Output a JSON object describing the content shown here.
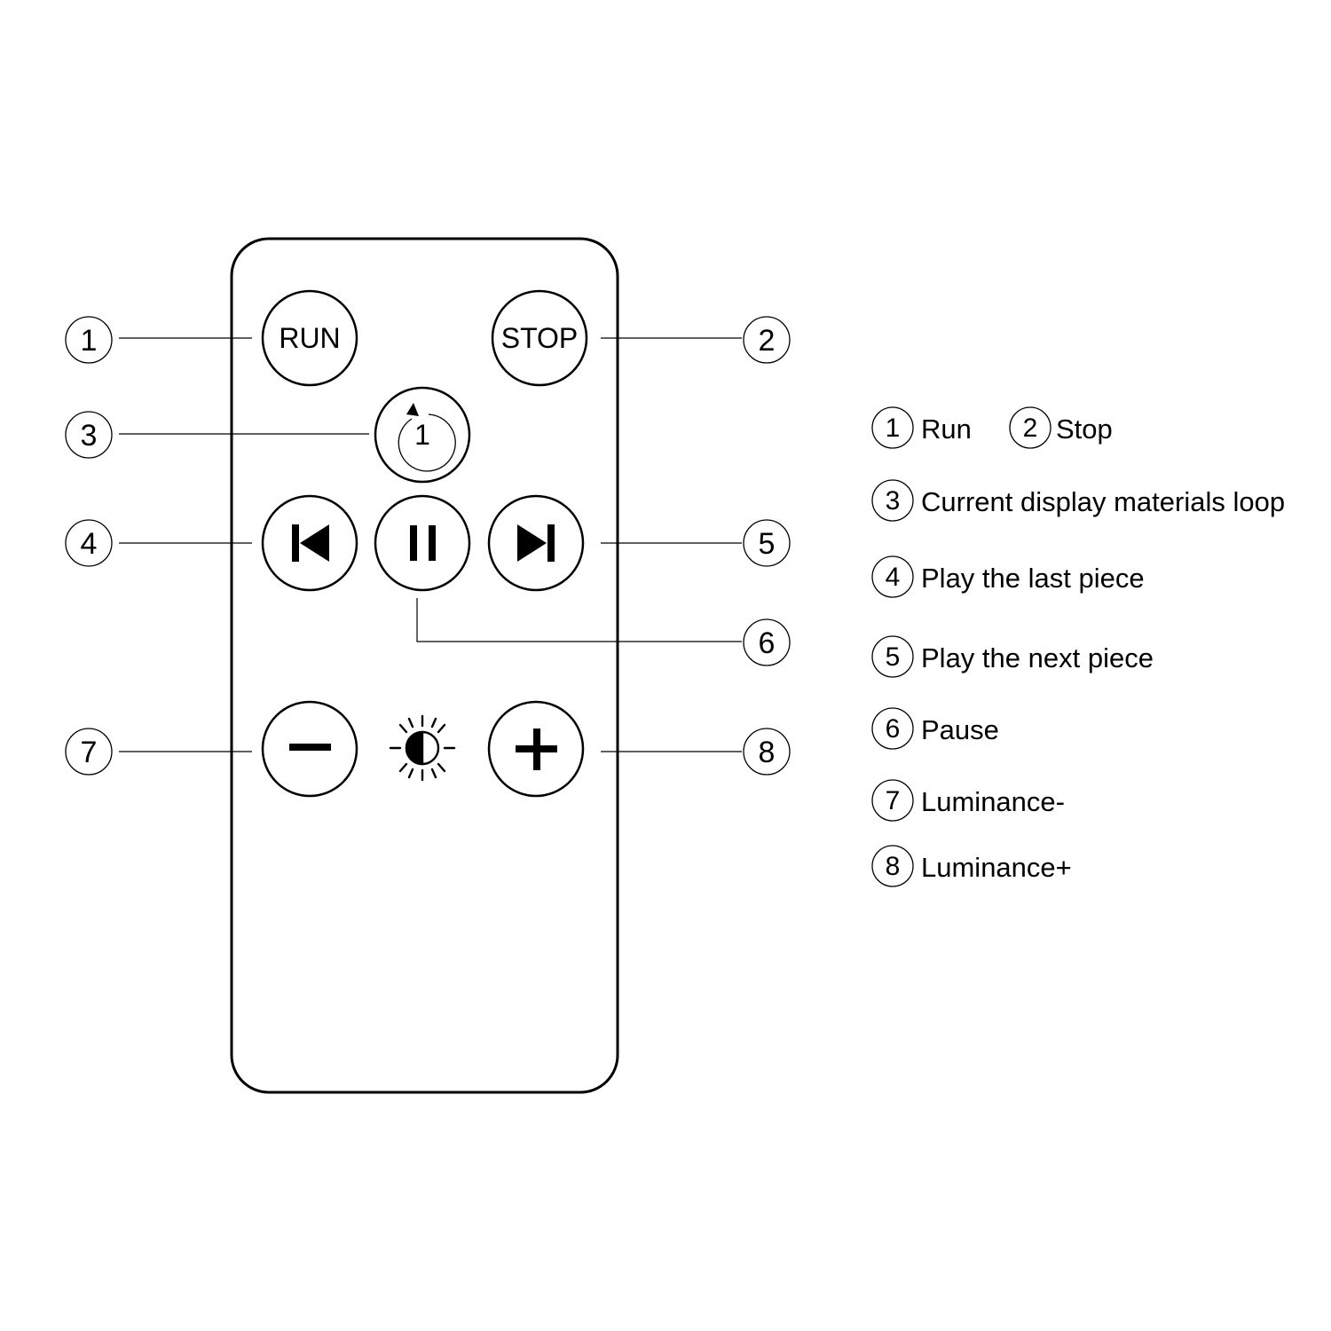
{
  "remote": {
    "buttons": {
      "run": "RUN",
      "stop": "STOP",
      "loop": "1"
    }
  },
  "callouts": [
    "1",
    "2",
    "3",
    "4",
    "5",
    "6",
    "7",
    "8"
  ],
  "legend": [
    {
      "num": "1",
      "text": "Run"
    },
    {
      "num": "2",
      "text": "Stop"
    },
    {
      "num": "3",
      "text": "Current display materials loop"
    },
    {
      "num": "4",
      "text": "Play the last piece"
    },
    {
      "num": "5",
      "text": "Play the next piece"
    },
    {
      "num": "6",
      "text": "Pause"
    },
    {
      "num": "7",
      "text": "Luminance-"
    },
    {
      "num": "8",
      "text": "Luminance+"
    }
  ],
  "icons": {
    "loop": "loop-one-icon",
    "previous": "skip-previous-icon",
    "pause": "pause-icon",
    "next": "skip-next-icon",
    "minus": "minus-icon",
    "brightness": "brightness-icon",
    "plus": "plus-icon"
  }
}
